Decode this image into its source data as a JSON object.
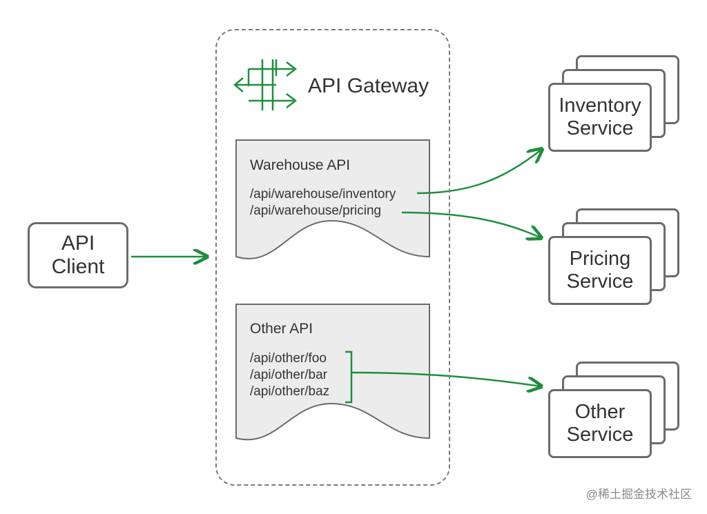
{
  "client": {
    "line1": "API",
    "line2": "Client"
  },
  "gateway": {
    "title": "API Gateway"
  },
  "apis": [
    {
      "title": "Warehouse API",
      "routes": [
        "/api/warehouse/inventory",
        "/api/warehouse/pricing"
      ]
    },
    {
      "title": "Other API",
      "routes": [
        "/api/other/foo",
        "/api/other/bar",
        "/api/other/baz"
      ]
    }
  ],
  "services": [
    {
      "line1": "Inventory",
      "line2": "Service"
    },
    {
      "line1": "Pricing",
      "line2": "Service"
    },
    {
      "line1": "Other",
      "line2": "Service"
    }
  ],
  "colors": {
    "arrow": "#1e8e3e",
    "border": "#6b6b6b",
    "doc_fill": "#ececec"
  },
  "icons": {
    "gateway": "gateway-arrows-icon"
  },
  "watermark": "@稀土掘金技术社区"
}
